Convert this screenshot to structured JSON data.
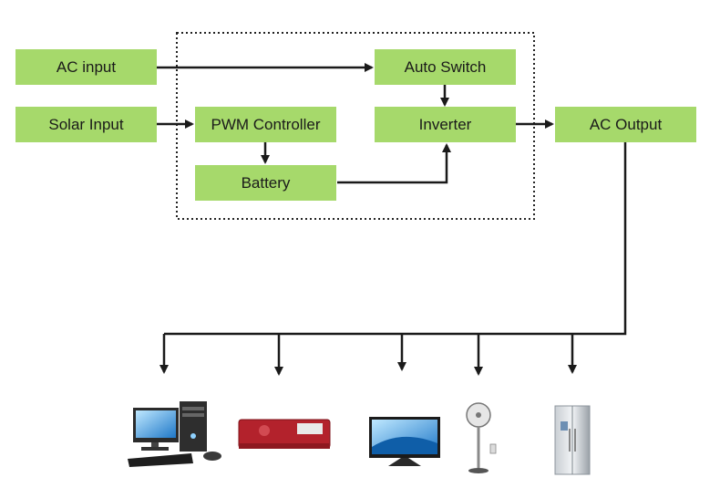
{
  "blocks": {
    "ac_input": "AC input",
    "solar_input": "Solar Input",
    "pwm_controller": "PWM Controller",
    "battery": "Battery",
    "auto_switch": "Auto Switch",
    "inverter": "Inverter",
    "ac_output": "AC Output"
  },
  "colors": {
    "block_fill": "#a6d96b",
    "line": "#1a1a1a",
    "dotted_border": "#222222"
  },
  "devices": [
    "computer-icon",
    "air-conditioner-icon",
    "tv-icon",
    "fan-icon",
    "refrigerator-icon"
  ]
}
